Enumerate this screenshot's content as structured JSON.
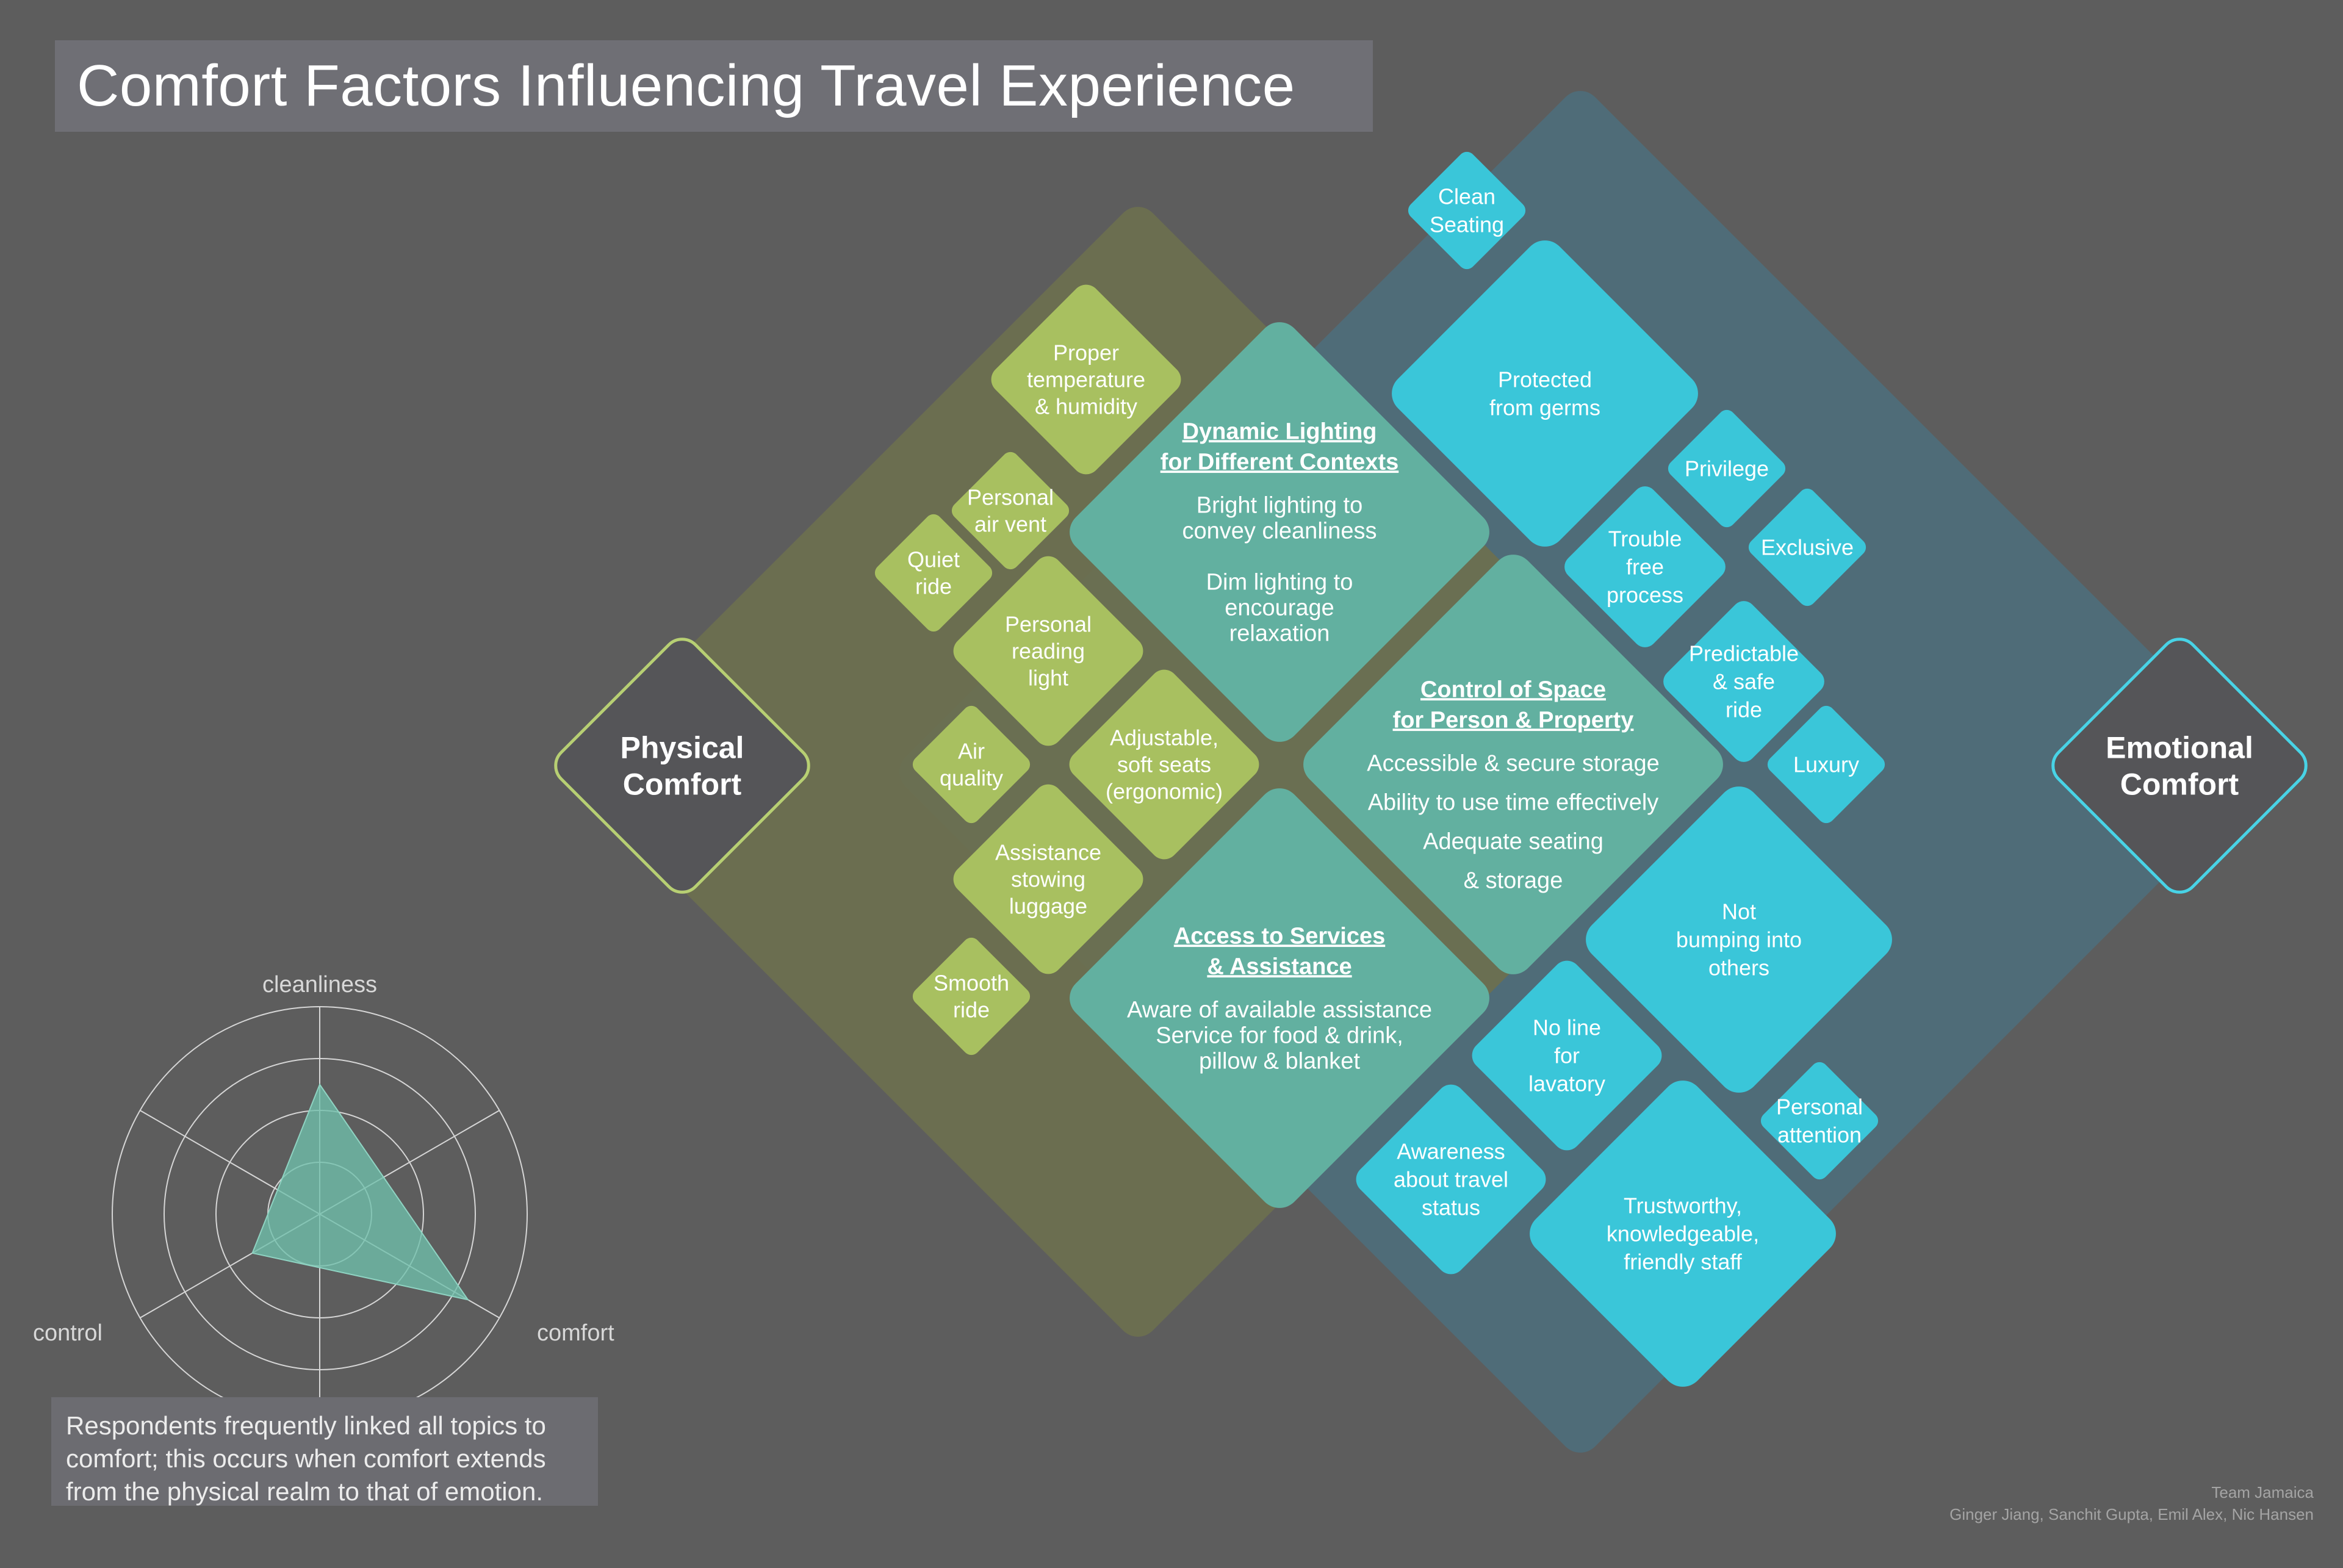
{
  "title": "Comfort Factors Influencing Travel Experience",
  "colors": {
    "background": "#5d5d5d",
    "physical": "#a8c060",
    "physical_region": "#6d704f",
    "emotional": "#3ac6d9",
    "emotional_region": "#4f6c78",
    "overlap": "#62b0a0"
  },
  "physical_label": {
    "line1": "Physical",
    "line2": "Comfort"
  },
  "emotional_label": {
    "line1": "Emotional",
    "line2": "Comfort"
  },
  "physical_items": [
    {
      "id": "proper-temperature",
      "lines": [
        "Proper",
        "temperature",
        "& humidity"
      ]
    },
    {
      "id": "personal-air-vent",
      "lines": [
        "Personal",
        "air vent"
      ]
    },
    {
      "id": "quiet-ride",
      "lines": [
        "Quiet",
        "ride"
      ]
    },
    {
      "id": "personal-reading-light",
      "lines": [
        "Personal",
        "reading",
        "light"
      ]
    },
    {
      "id": "air-quality",
      "lines": [
        "Air",
        "quality"
      ]
    },
    {
      "id": "adjustable-seats",
      "lines": [
        "Adjustable,",
        "soft seats",
        "(ergonomic)"
      ]
    },
    {
      "id": "assistance-stowing-luggage",
      "lines": [
        "Assistance",
        "stowing",
        "luggage"
      ]
    },
    {
      "id": "smooth-ride",
      "lines": [
        "Smooth",
        "ride"
      ]
    }
  ],
  "emotional_items": [
    {
      "id": "clean-seating",
      "lines": [
        "Clean",
        "Seating"
      ]
    },
    {
      "id": "protected-from-germs",
      "lines": [
        "Protected",
        "from germs"
      ]
    },
    {
      "id": "privilege",
      "lines": [
        "Privilege"
      ]
    },
    {
      "id": "trouble-free-process",
      "lines": [
        "Trouble",
        "free",
        "process"
      ]
    },
    {
      "id": "exclusive",
      "lines": [
        "Exclusive"
      ]
    },
    {
      "id": "predictable-safe-ride",
      "lines": [
        "Predictable",
        "& safe",
        "ride"
      ]
    },
    {
      "id": "luxury",
      "lines": [
        "Luxury"
      ]
    },
    {
      "id": "not-bumping",
      "lines": [
        "Not",
        "bumping into",
        "others"
      ]
    },
    {
      "id": "no-line-lavatory",
      "lines": [
        "No line",
        "for",
        "lavatory"
      ]
    },
    {
      "id": "personal-attention",
      "lines": [
        "Personal",
        "attention"
      ]
    },
    {
      "id": "awareness-travel-status",
      "lines": [
        "Awareness",
        "about travel",
        "status"
      ]
    },
    {
      "id": "trustworthy-staff",
      "lines": [
        "Trustworthy,",
        "knowledgeable,",
        "friendly staff"
      ]
    }
  ],
  "overlap_items": [
    {
      "id": "dynamic-lighting",
      "heading": [
        "Dynamic Lighting",
        "for Different Contexts"
      ],
      "body": [
        "Bright lighting to",
        "convey cleanliness",
        "",
        "Dim lighting to",
        "encourage",
        "relaxation"
      ]
    },
    {
      "id": "control-of-space",
      "heading": [
        "Control of Space",
        "for Person & Property"
      ],
      "body": [
        "Accessible & secure storage",
        "Ability to use time effectively",
        "Adequate seating",
        "& storage"
      ]
    },
    {
      "id": "access-to-services",
      "heading": [
        "Access to Services",
        "& Assistance"
      ],
      "body": [
        "Aware of available assistance",
        "Service for food & drink,",
        "pillow & blanket"
      ]
    }
  ],
  "radar": {
    "axes": [
      "cleanliness",
      "comfort",
      "control"
    ],
    "max": 4,
    "values": [
      2.5,
      3.3,
      1.5
    ]
  },
  "note": "Respondents frequently linked all topics to comfort; this occurs when comfort extends from the physical realm to that of emotion.",
  "credits": {
    "team": "Team Jamaica",
    "members": "Ginger Jiang, Sanchit Gupta, Emil Alex, Nic Hansen"
  }
}
